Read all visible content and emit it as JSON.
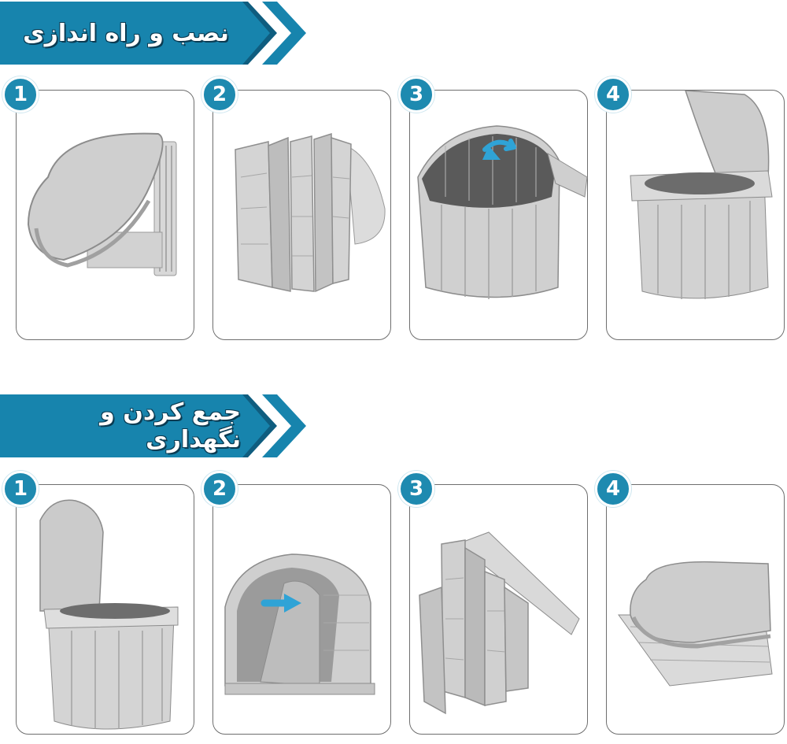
{
  "sections": [
    {
      "title": "نصب و راه اندازی",
      "steps": [
        {
          "number": "1",
          "illustration": "folded-toilet-lid-closed-icon"
        },
        {
          "number": "2",
          "illustration": "unfolding-panels-icon"
        },
        {
          "number": "3",
          "illustration": "opened-bucket-icon"
        },
        {
          "number": "4",
          "illustration": "assembled-toilet-lid-open-icon"
        }
      ]
    },
    {
      "title": "جمع کردن و نگهداری",
      "steps": [
        {
          "number": "1",
          "illustration": "assembled-toilet-lid-up-icon"
        },
        {
          "number": "2",
          "illustration": "collapsing-shell-arrow-icon"
        },
        {
          "number": "3",
          "illustration": "folding-panels-icon"
        },
        {
          "number": "4",
          "illustration": "folded-flat-toilet-icon"
        }
      ]
    }
  ],
  "colors": {
    "banner_dark": "#0f5d7f",
    "banner_light": "#1e8ab0",
    "badge": "#1e8ab0",
    "arrow": "#2fa3d6",
    "card_border": "#6e6e6e",
    "plastic": "#c9c9c9"
  }
}
